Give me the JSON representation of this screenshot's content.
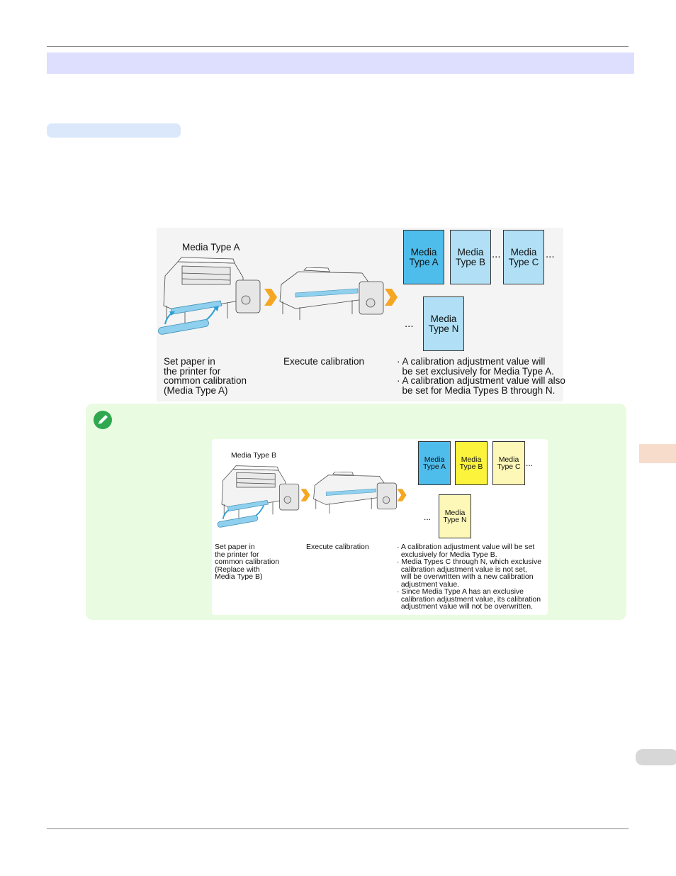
{
  "figure_main": {
    "media_label": "Media Type A",
    "step1_caption": "Set paper in\nthe printer for\ncommon calibration\n(Media Type A)",
    "step2_caption": "Execute calibration",
    "step3_caption": "· A calibration adjustment value will\n  be set exclusively for Media Type A.\n· A calibration adjustment value will also\n  be set for Media Types B through N.",
    "boxes": [
      {
        "label": "Media\nType A",
        "color": "#4fbdec"
      },
      {
        "label": "Media\nType B",
        "color": "#b1e0f6"
      },
      {
        "label": "Media\nType C",
        "color": "#b1e0f6"
      },
      {
        "label": "Media\nType N",
        "color": "#b1e0f6"
      }
    ],
    "ellipsis": "..."
  },
  "note": {
    "figure": {
      "media_label": "Media Type B",
      "step1_caption": "Set paper in\nthe printer for\ncommon calibration\n(Replace with\nMedia Type B)",
      "step2_caption": "Execute calibration",
      "step3_caption": "· A calibration adjustment value will be set\n  exclusively for Media Type B.\n· Media Types C through N, which exclusive\n  calibration adjustment value is not set,\n  will be overwritten with a new calibration\n  adjustment value.\n· Since Media Type A has an exclusive\n  calibration adjustment value, its calibration\n  adjustment value will not be overwritten.",
      "boxes": [
        {
          "label": "Media\nType A",
          "color": "#4fbdec"
        },
        {
          "label": "Media\nType B",
          "color": "#fbf33c"
        },
        {
          "label": "Media\nType C",
          "color": "#fdf7b8"
        },
        {
          "label": "Media\nType N",
          "color": "#fdf7b8"
        }
      ],
      "ellipsis": "..."
    }
  },
  "colors": {
    "section_bar": "#dedeff",
    "sub_pill": "#dbe8fb",
    "note_bg": "#e9fbe1",
    "arrow": "#f5a623",
    "roll": "#8fd0ef",
    "side_tab": "#f7dccb"
  }
}
